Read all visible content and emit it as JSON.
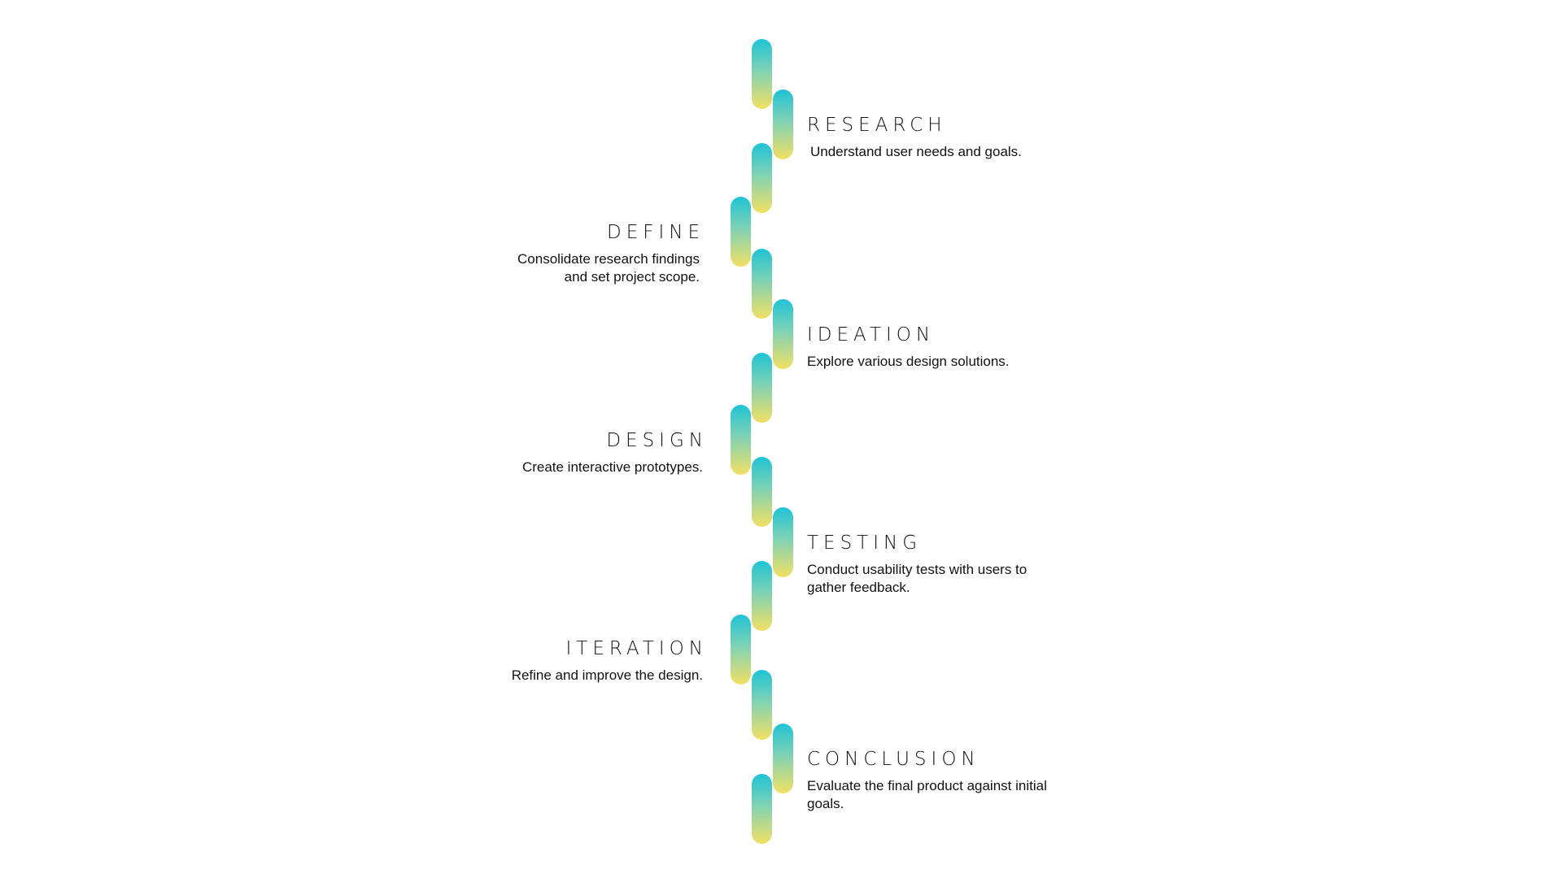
{
  "colors": {
    "pill_top": "#1fc3d6",
    "pill_mid": "#7fd2b5",
    "pill_bottom": "#f2e064",
    "text": "#111111",
    "background": "#ffffff"
  },
  "steps": [
    {
      "title": "RESEARCH",
      "description": "Understand user needs and goals."
    },
    {
      "title": "DEFINE",
      "description": "Consolidate research findings and set project scope."
    },
    {
      "title": "IDEATION",
      "description": "Explore various design solutions."
    },
    {
      "title": "DESIGN",
      "description": "Create interactive prototypes."
    },
    {
      "title": "TESTING",
      "description": "Conduct usability tests with users to gather feedback."
    },
    {
      "title": "ITERATION",
      "description": "Refine and improve the design."
    },
    {
      "title": "CONCLUSION",
      "description": "Evaluate the final product against initial goals."
    }
  ]
}
